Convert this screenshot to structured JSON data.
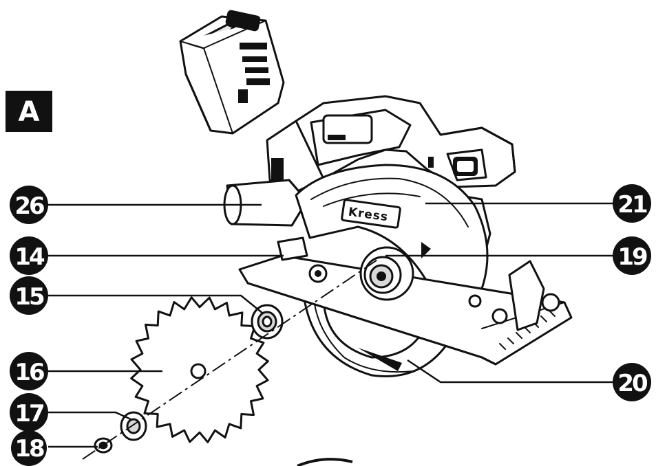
{
  "figure": {
    "panel_label": "A",
    "brand": "Kress"
  },
  "callouts": [
    {
      "id": "c26",
      "number": "26"
    },
    {
      "id": "c21",
      "number": "21"
    },
    {
      "id": "c14",
      "number": "14"
    },
    {
      "id": "c19",
      "number": "19"
    },
    {
      "id": "c15",
      "number": "15"
    },
    {
      "id": "c16",
      "number": "16"
    },
    {
      "id": "c20",
      "number": "20"
    },
    {
      "id": "c17",
      "number": "17"
    },
    {
      "id": "c18",
      "number": "18"
    }
  ],
  "colors": {
    "ink": "#111111",
    "paper": "#ffffff",
    "shade": "#d9d9d9"
  }
}
